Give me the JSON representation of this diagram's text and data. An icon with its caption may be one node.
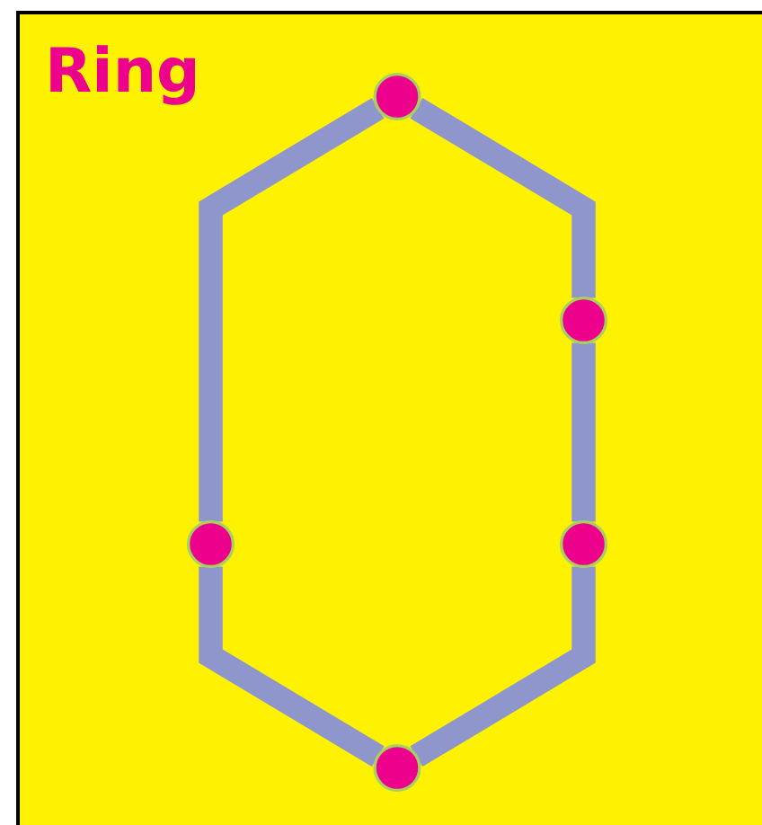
{
  "diagram": {
    "title": "Ring",
    "nodes": [
      {
        "text": [],
        "shape": "circle"
      },
      {
        "text": [],
        "shape": "circle"
      },
      {
        "text": [],
        "shape": "circle"
      },
      {
        "text": [],
        "shape": "circle"
      },
      {
        "text": [],
        "shape": "circle"
      }
    ],
    "edges": [
      {
        "from": 0,
        "to": 1,
        "arrow": "none"
      },
      {
        "from": 0,
        "to": 2,
        "arrow": "none"
      },
      {
        "from": 1,
        "to": 3,
        "arrow": "none"
      },
      {
        "from": 2,
        "to": 4,
        "arrow": "none"
      },
      {
        "from": 3,
        "to": 4,
        "arrow": "none"
      }
    ]
  }
}
